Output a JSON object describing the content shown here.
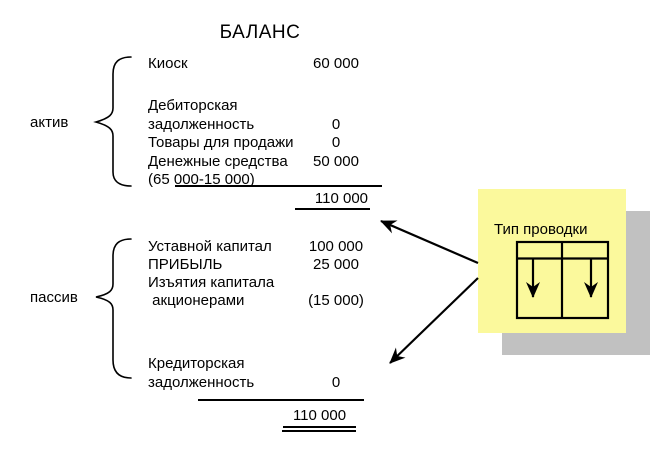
{
  "title": "БАЛАНС",
  "colors": {
    "note_bg": "#FBF99C",
    "shadow": "#C1C1C1",
    "ink": "#000000"
  },
  "assets": {
    "group_label": "актив",
    "lines": [
      {
        "label": "Киоск",
        "value": "60 000"
      },
      {
        "label": "Дебиторская",
        "value": ""
      },
      {
        "label": "задолженность",
        "value": "0"
      },
      {
        "label": "Товары для продажи",
        "value": "0"
      },
      {
        "label": "Денежные средства",
        "value": "50 000"
      },
      {
        "label": "(65 000-15 000)",
        "value": ""
      }
    ],
    "total": "110 000"
  },
  "liabilities": {
    "group_label": "пассив",
    "equity_lines": [
      {
        "label": "Уставной капитал",
        "value": "100 000"
      },
      {
        "label": "ПРИБЫЛЬ",
        "value": "25 000"
      },
      {
        "label": "Изъятия капитала",
        "value": ""
      },
      {
        "label": " акционерами",
        "value": "(15 000)"
      }
    ],
    "creditor_lines": [
      {
        "label": "Кредиторская",
        "value": ""
      },
      {
        "label": "задолженность",
        "value": "0"
      }
    ],
    "total": "110 000"
  },
  "callout": {
    "label": "Тип проводки"
  }
}
